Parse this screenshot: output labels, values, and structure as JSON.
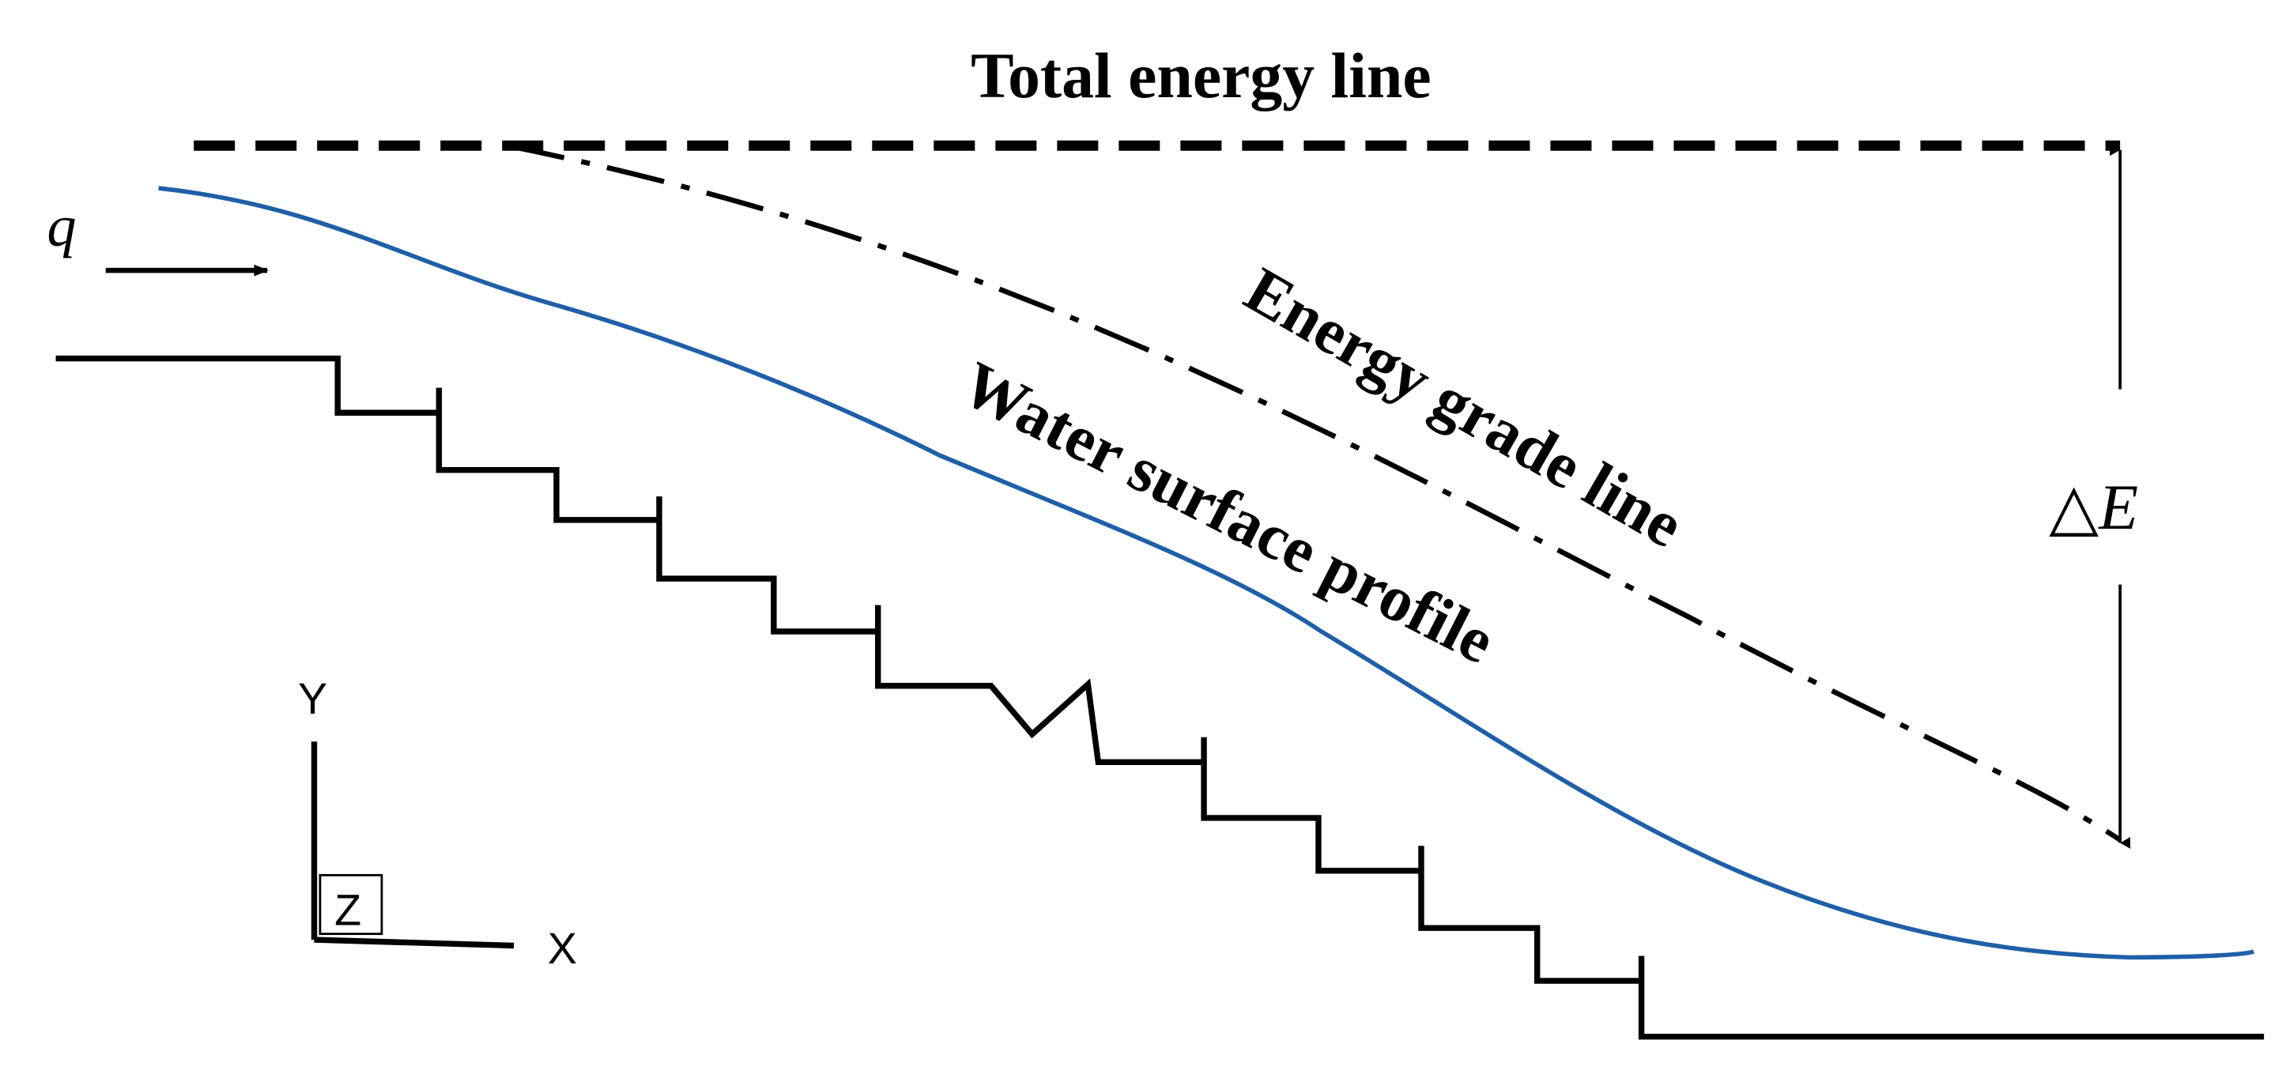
{
  "labels": {
    "total_energy_line": "Total energy line",
    "energy_grade_line": "Energy grade line",
    "water_surface_profile": "Water surface profile",
    "flow_symbol": "q",
    "delta_e_symbol": "△E",
    "axis_x": "X",
    "axis_y": "Y",
    "axis_z": "Z"
  },
  "colors": {
    "line": "#000000",
    "water_surface": "#1f5fa8",
    "background": "#ffffff"
  },
  "legend": {
    "total_energy_line_style": "dashed",
    "energy_grade_line_style": "dash-dot",
    "water_surface_profile_style": "solid"
  }
}
